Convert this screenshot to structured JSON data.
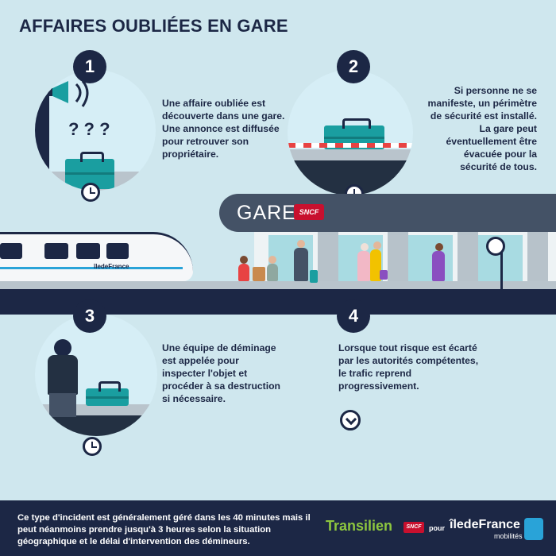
{
  "title": "AFFAIRES OUBLIÉES EN GARE",
  "steps": [
    {
      "number": "1",
      "text": "Une affaire oubliée est découverte dans une gare. Une annonce est diffusée pour retrouver son propriétaire."
    },
    {
      "number": "2",
      "text": "Si personne ne se manifeste, un périmètre de sécurité est installé. La gare peut éventuellement être évacuée pour la sécurité de tous."
    },
    {
      "number": "3",
      "text": "Une équipe de déminage est appelée pour inspecter l'objet et procéder à sa destruction si nécessaire."
    },
    {
      "number": "4",
      "text": "Lorsque tout risque est écarté par les autorités compétentes, le trafic reprend progressivement."
    }
  ],
  "station": {
    "sign": "GARE",
    "sncf_badge": "SNCF",
    "train_logo": "îledeFrance"
  },
  "footer": {
    "note": "Ce type d'incident est généralement géré dans les 40 minutes mais il peut néanmoins prendre jusqu'à 3 heures selon la situation géographique et le délai d'intervention des démineurs.",
    "brand_transilien": "Transilien",
    "brand_sncf": "SNCF",
    "brand_pour": "pour",
    "brand_idf": "îledeFrance",
    "brand_idf_sub": "mobilités"
  },
  "icons": [
    "megaphone-icon",
    "clock-icon",
    "suitcase-icon",
    "chevron-down-icon"
  ],
  "colors": {
    "navy": "#1c2745",
    "teal": "#1a9ea0",
    "background": "#cfe7ee",
    "sncf_red": "#c8102e"
  }
}
